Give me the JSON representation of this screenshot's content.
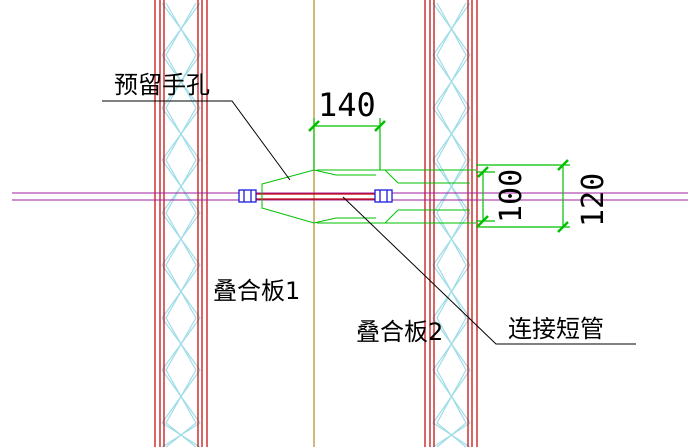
{
  "labels": {
    "hand_hole": "预留手孔",
    "slab_1": "叠合板1",
    "slab_2": "叠合板2",
    "short_pipe": "连接短管"
  },
  "dimensions": {
    "width_top": "140",
    "height_inner": "100",
    "height_outer": "120"
  },
  "colors": {
    "truss_red": "#c00000",
    "truss_cyan": "#9fdde8",
    "pipe_magenta": "#a020a0",
    "outline_green": "#00c000",
    "center_line": "#b08a2a",
    "clamp_blue": "#1a1adf",
    "leader": "#000000"
  }
}
